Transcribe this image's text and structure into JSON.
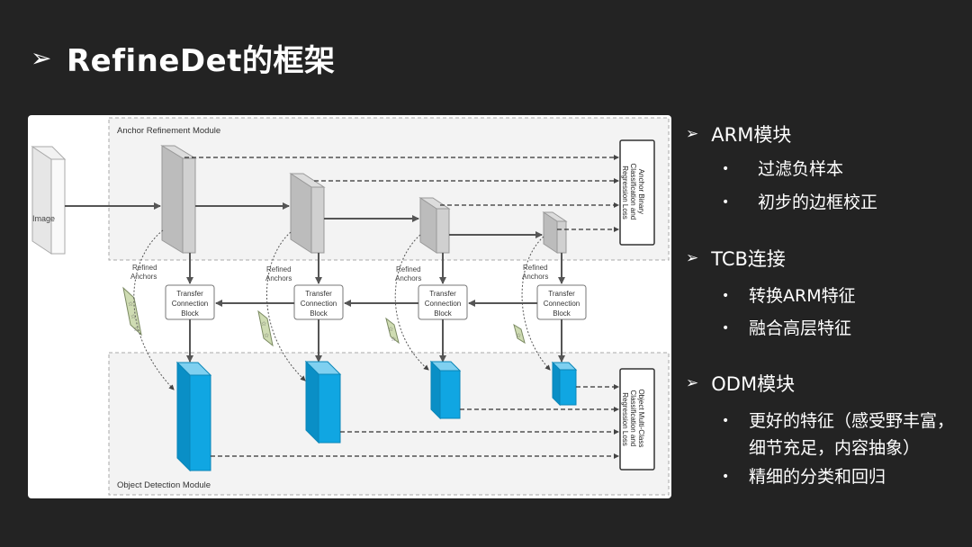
{
  "slide": {
    "title_marker": "➢",
    "title": "RefineDet的框架"
  },
  "diagram": {
    "arm_module_label": "Anchor Refinement Module",
    "odm_module_label": "Object Detection Module",
    "input_label": "Image",
    "refined_anchors_label": [
      "Refined",
      "Anchors"
    ],
    "tcb_label": [
      "Transfer",
      "Connection",
      "Block"
    ],
    "arm_loss_label": [
      "Anchor Binary",
      "Classification and",
      "Regression Loss"
    ],
    "odm_loss_label": [
      "Object Multi-Class",
      "Classification and",
      "Regression Loss"
    ],
    "colors": {
      "arm_block": "#c8c8c8",
      "odm_block": "#10a6e2",
      "anchor_fill": "#cfdcb3",
      "module_border": "#a8a8a8",
      "module_bg": "#f3f3f3"
    }
  },
  "bullets": {
    "marker": "➢",
    "dot": "•",
    "sections": [
      {
        "heading": "ARM模块",
        "items": [
          "过滤负样本",
          "初步的边框校正"
        ]
      },
      {
        "heading": "TCB连接",
        "items": [
          "转换ARM特征",
          "融合高层特征"
        ]
      },
      {
        "heading": "ODM模块",
        "items": [
          "更好的特征（感受野丰富，细节充足，内容抽象）",
          "精细的分类和回归"
        ]
      }
    ]
  }
}
